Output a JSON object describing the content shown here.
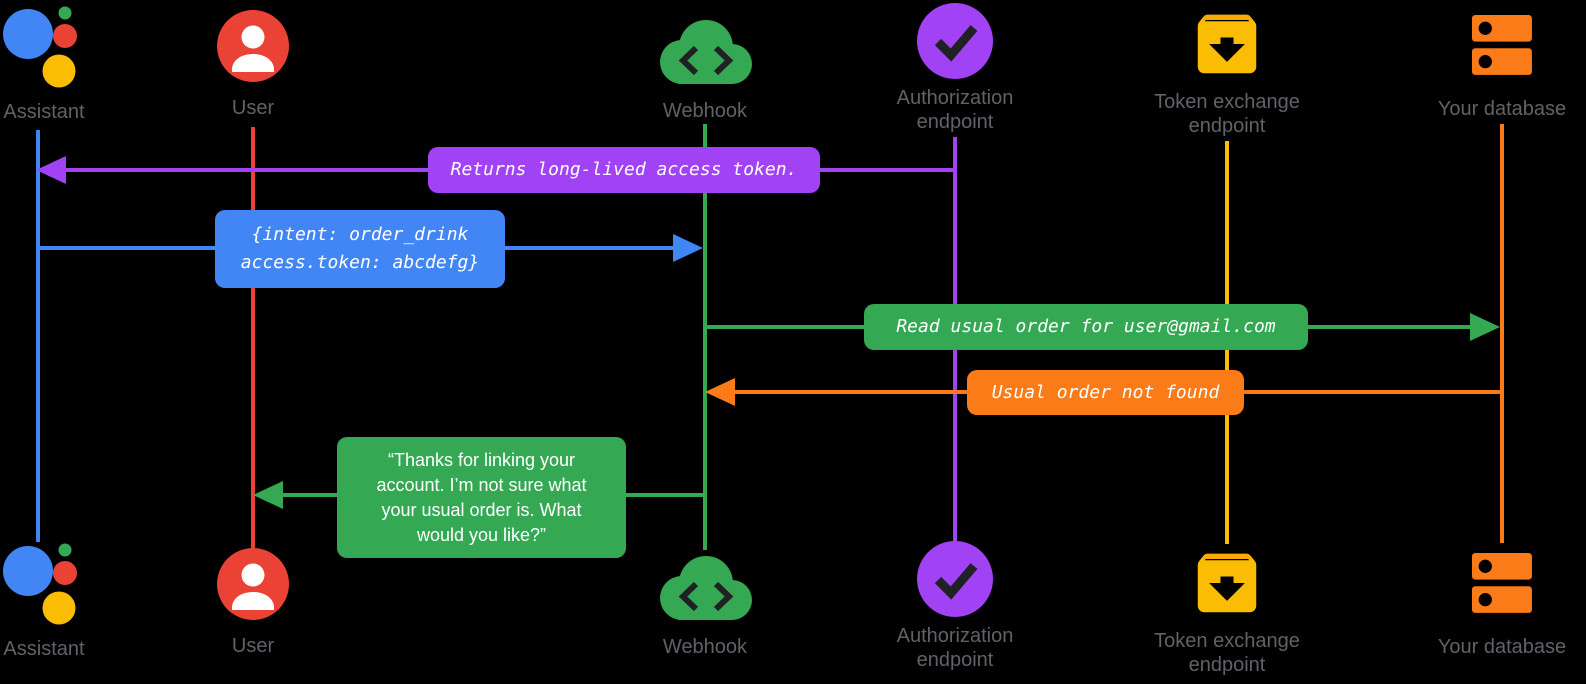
{
  "diagram": {
    "type": "sequence-diagram",
    "background": "#000000",
    "text_colors": {
      "actor_labels": "#5F6368",
      "message_text": "#FFFFFF"
    },
    "actors": {
      "assistant": {
        "label": "Assistant",
        "icon": "google-assistant-icon",
        "color": "#4285F4"
      },
      "user": {
        "label": "User",
        "icon": "user-icon",
        "color": "#EA4335"
      },
      "webhook": {
        "label": "Webhook",
        "icon": "webhook-cloud-icon",
        "color": "#34A853"
      },
      "authorization": {
        "label": "Authorization endpoint",
        "label_line1": "Authorization",
        "label_line2": "endpoint",
        "icon": "authorization-check-icon",
        "color": "#A142F4"
      },
      "token_exchange": {
        "label": "Token exchange endpoint",
        "label_line1": "Token exchange",
        "label_line2": "endpoint",
        "icon": "token-exchange-archive-icon",
        "color": "#FBBC04"
      },
      "database": {
        "label": "Your database",
        "icon": "database-icon",
        "color": "#FA7B17"
      }
    },
    "messages": {
      "returns_token": {
        "text": "Returns long-lived access token.",
        "from": "Authorization endpoint",
        "to": "Assistant",
        "color": "#A142F4"
      },
      "intent": {
        "line1": "{intent: order_drink",
        "line2": "access.token: abcdefg}",
        "from": "Assistant",
        "to": "Webhook",
        "color": "#4285F4"
      },
      "read_order": {
        "text": "Read usual order for user@gmail.com",
        "from": "Webhook",
        "to": "Your database",
        "color": "#34A853"
      },
      "not_found": {
        "text": "Usual order not found",
        "from": "Your database",
        "to": "Webhook",
        "color": "#FA7B17"
      },
      "thanks": {
        "text": "“Thanks for linking your account. I’m not sure what your usual order is. What would you like?”",
        "lines": [
          "“Thanks for linking your",
          "account. I’m not sure what",
          "your usual order is. What",
          "would you like?”"
        ],
        "from": "Webhook",
        "to": "User",
        "color": "#34A853"
      }
    }
  }
}
